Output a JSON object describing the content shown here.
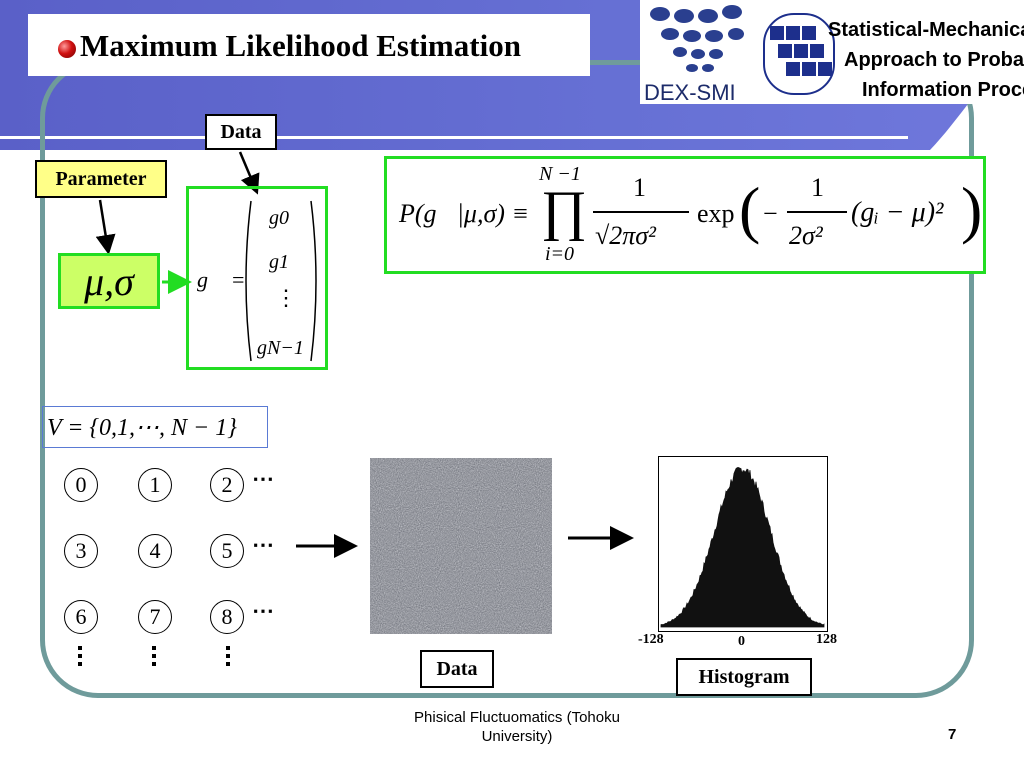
{
  "header": {
    "title": "Maximum Likelihood Estimation",
    "logo_left_text": "DEX-SMI",
    "logo_right_lines": [
      "Statistical-Mechanical",
      "Approach to Probabilistic",
      "Information Processing"
    ]
  },
  "labels": {
    "data_top": "Data",
    "parameter": "Parameter",
    "data_bottom": "Data",
    "histogram": "Histogram"
  },
  "math": {
    "params": "μ,σ",
    "vector_lhs": "g⃗ =",
    "vector_entries": [
      "g0",
      "g1",
      "⋮",
      "gN−1"
    ],
    "set_def": "V = {0,1,⋯, N − 1}",
    "likelihood_lhs": "P(g⃗|μ,σ) ≡",
    "product_top": "N −1",
    "product_bottom": "i=0",
    "frac_num": "1",
    "frac_den": "√2πσ²",
    "exp_word": "exp",
    "inner_minus": "−",
    "inner_num": "1",
    "inner_den": "2σ²",
    "inner_term": "(gᵢ − μ)²"
  },
  "nodes": [
    "0",
    "1",
    "2",
    "3",
    "4",
    "5",
    "6",
    "7",
    "8"
  ],
  "histogram": {
    "x_labels": [
      "-128",
      "0",
      "128"
    ]
  },
  "footer": {
    "line1": "Phisical Fluctuomatics (Tohoku",
    "line2": "University)",
    "page": "7"
  },
  "colors": {
    "band": "#5a60c8",
    "frame": "#6f9b9b",
    "green": "#22dd22",
    "parameter_fill": "#ffff88",
    "params_fill": "#ccff66"
  }
}
